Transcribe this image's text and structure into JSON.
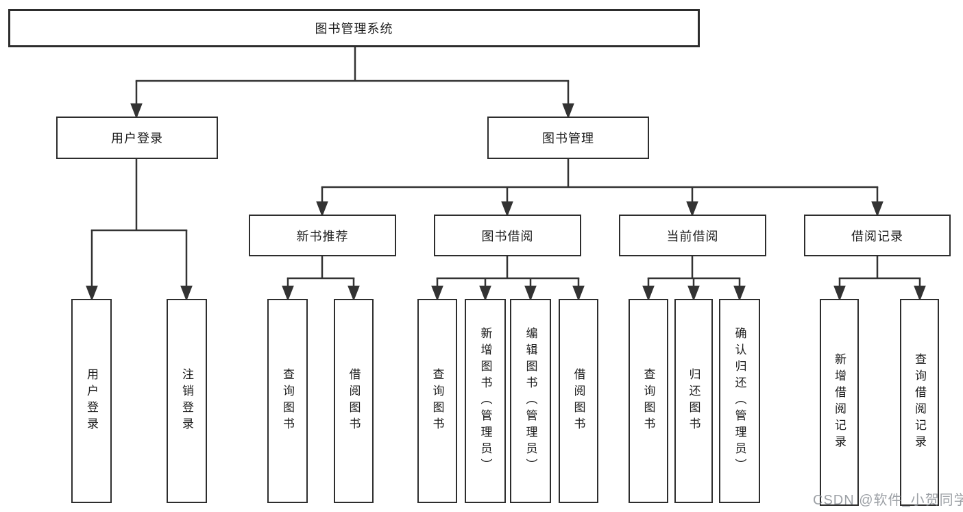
{
  "diagram": {
    "root": "图书管理系统",
    "level2": [
      {
        "label": "用户登录",
        "leaves": [
          "用户登录",
          "注销登录"
        ]
      },
      {
        "label": "图书管理",
        "groups": [
          {
            "label": "新书推荐",
            "leaves": [
              "查询图书",
              "借阅图书"
            ]
          },
          {
            "label": "图书借阅",
            "leaves": [
              "查询图书",
              "新增图书（管理员）",
              "编辑图书（管理员）",
              "借阅图书"
            ]
          },
          {
            "label": "当前借阅",
            "leaves": [
              "查询图书",
              "归还图书",
              "确认归还（管理员）"
            ]
          },
          {
            "label": "借阅记录",
            "leaves": [
              "新增借阅记录",
              "查询借阅记录"
            ]
          }
        ]
      }
    ]
  },
  "watermark": "CSDN @软件_小贺同学",
  "colors": {
    "line": "#333333",
    "box_border": "#2d2d2d",
    "text": "#1c1c1c",
    "watermark": "#8c9196",
    "background": "#ffffff"
  }
}
